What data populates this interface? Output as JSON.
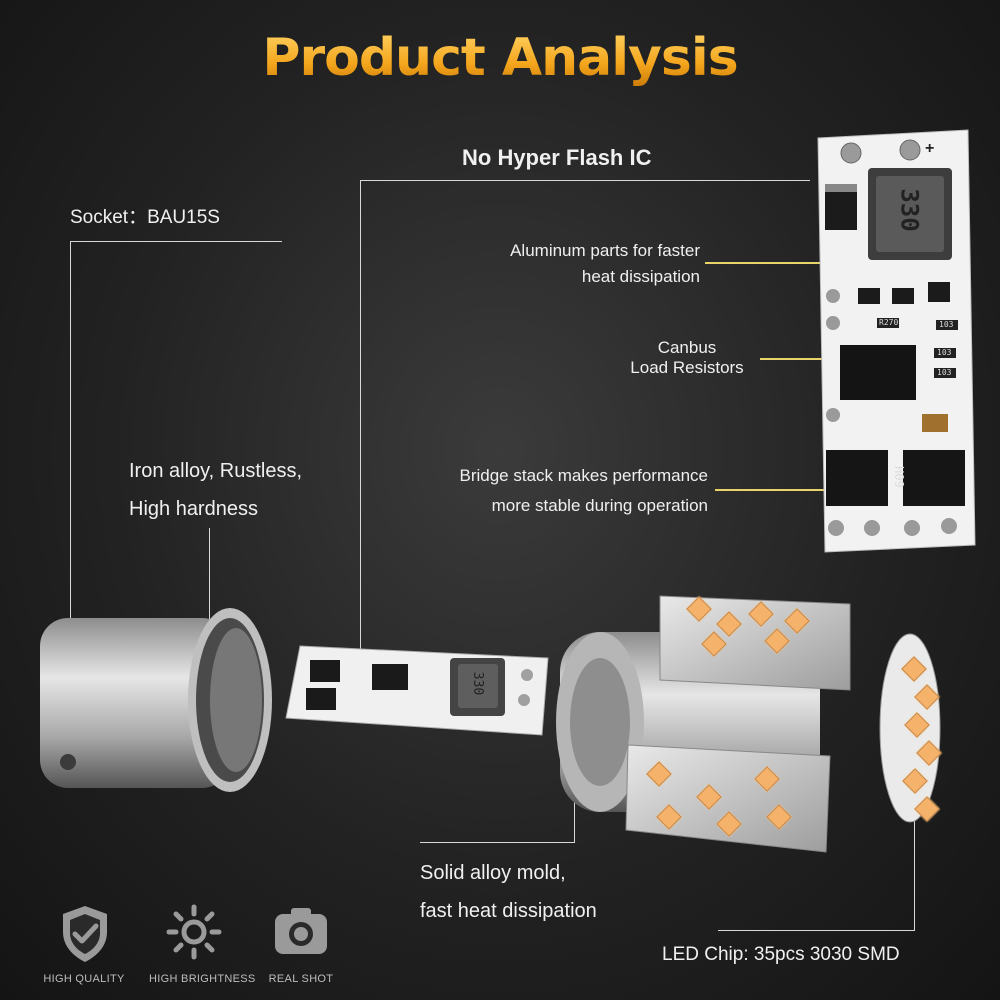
{
  "title": "Product Analysis",
  "labels": {
    "no_hyper_flash": "No Hyper Flash IC",
    "socket": "Socket：BAU15S",
    "aluminum_1": "Aluminum parts for faster",
    "aluminum_2": "heat dissipation",
    "canbus_1": "Canbus",
    "canbus_2": "Load Resistors",
    "bridge_1": "Bridge stack makes performance",
    "bridge_2": "more stable during operation",
    "iron_1": "Iron alloy, Rustless,",
    "iron_2": "High hardness",
    "solid_1": "Solid alloy mold,",
    "solid_2": "fast heat dissipation",
    "led_chip": "LED Chip: 35pcs 3030 SMD"
  },
  "pcb_text": {
    "inductor": "330",
    "inductor_small": "330",
    "r1": "R270",
    "r2": "103",
    "r3": "103",
    "r4": "103",
    "r5": "H09",
    "plus": "+"
  },
  "badges": [
    {
      "icon": "shield-check-icon",
      "caption": "HIGH QUALITY"
    },
    {
      "icon": "sun-icon",
      "caption": "HIGH BRIGHTNESS"
    },
    {
      "icon": "camera-icon",
      "caption": "REAL SHOT"
    }
  ],
  "colors": {
    "accent": "#f4a51c",
    "led": "#f5b26a",
    "callout_yellow": "#e8d46a"
  }
}
